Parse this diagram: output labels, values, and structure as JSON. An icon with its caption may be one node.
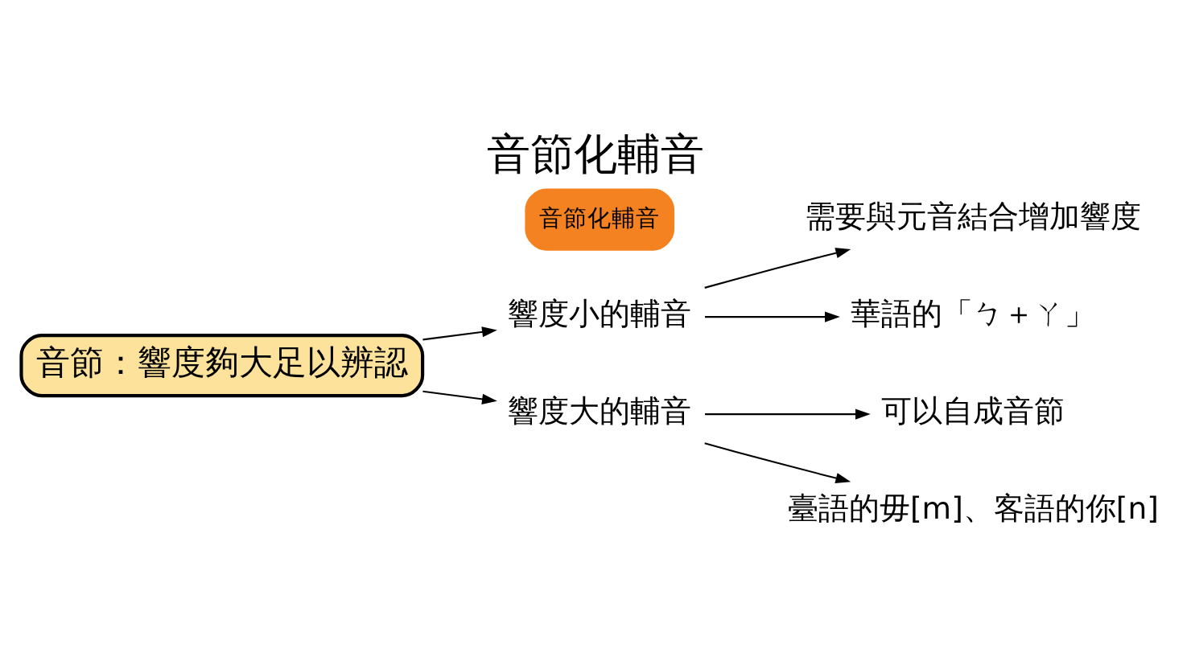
{
  "diagram": {
    "title": "音節化輔音",
    "nodes": [
      {
        "text": [
          "音節：響度夠大足以辨認"
        ]
      },
      {
        "text": [
          "響度小的輔音"
        ]
      },
      {
        "text": [
          "響度大的輔音"
        ]
      },
      {
        "text": [
          "音節化輔音"
        ]
      },
      {
        "text": [
          "需要與元音結合增加響度"
        ]
      },
      {
        "text": [
          "華語的「ㄅ＋ㄚ」"
        ]
      },
      {
        "text": [
          "可以自成音節"
        ]
      },
      {
        "text": [
          "臺語的毋[m]、客語的你[n]"
        ]
      }
    ],
    "edges": [
      {
        "from": 0,
        "to": 1,
        "arrow": "to"
      },
      {
        "from": 0,
        "to": 2,
        "arrow": "to"
      },
      {
        "from": 1,
        "to": 4,
        "arrow": "to"
      },
      {
        "from": 1,
        "to": 5,
        "arrow": "to"
      },
      {
        "from": 2,
        "to": 6,
        "arrow": "to"
      },
      {
        "from": 2,
        "to": 7,
        "arrow": "to"
      }
    ]
  }
}
